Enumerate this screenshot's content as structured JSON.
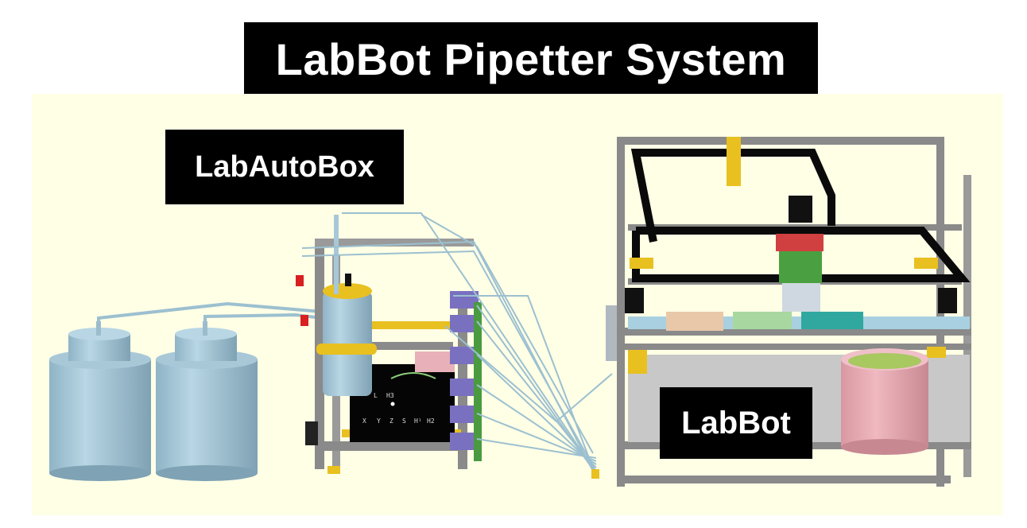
{
  "title": "LabBot Pipetter System",
  "labels": {
    "autobox": "LabAutoBox",
    "labbot": "LabBot"
  },
  "screen": {
    "row1": [
      "L",
      "H3"
    ],
    "row2": [
      "X",
      "Y",
      "Z",
      "S",
      "H¹",
      "H2"
    ]
  },
  "colors": {
    "background": "#ffffe6",
    "frame": "#8a8a8a",
    "tank": "#a8c8d8",
    "accent_yellow": "#e8c020",
    "bucket_pink": "#e8a8b0",
    "bucket_inner": "#a8c860",
    "module_purple": "#7a70c0"
  }
}
